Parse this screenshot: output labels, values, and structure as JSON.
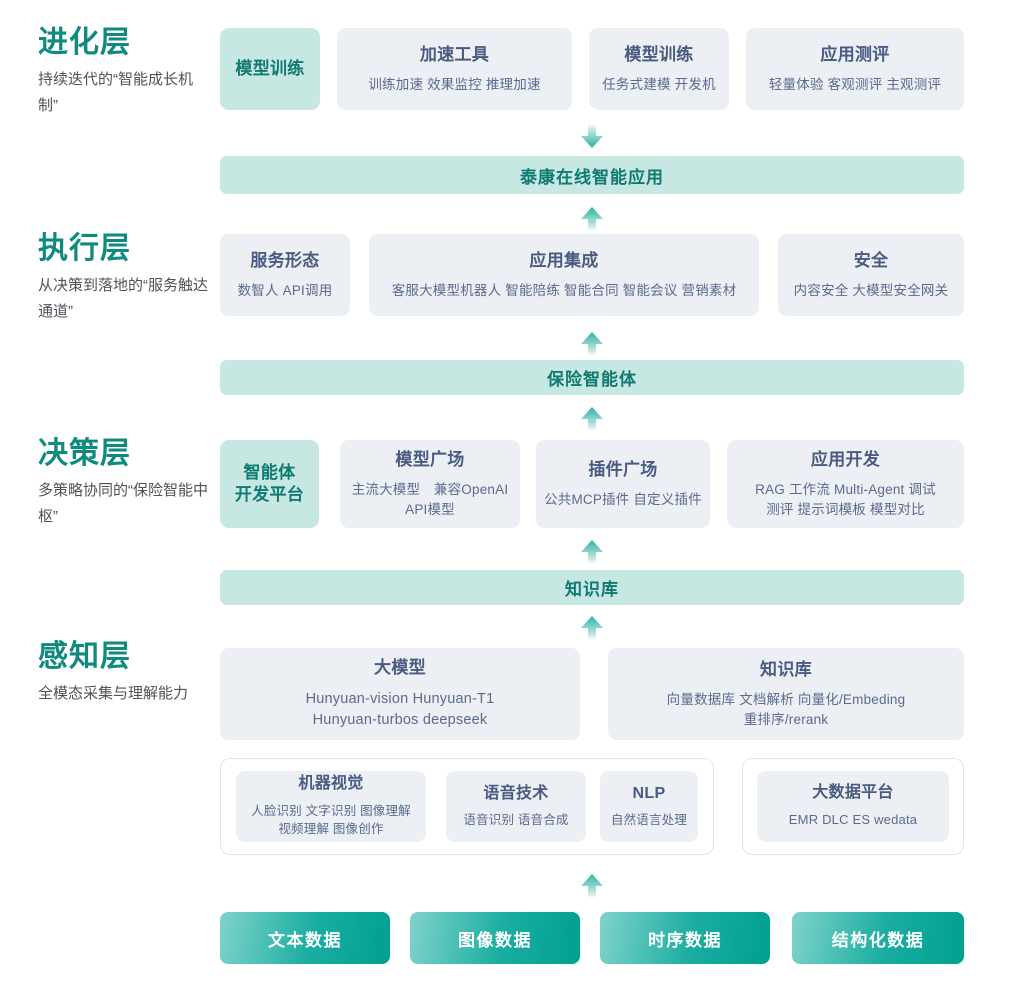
{
  "layers": [
    {
      "id": "evolution",
      "title": "进化层",
      "desc": "持续迭代的“智能成长机制”"
    },
    {
      "id": "execution",
      "title": "执行层",
      "desc": "从决策到落地的“服务触达通道”"
    },
    {
      "id": "decision",
      "title": "决策层",
      "desc": "多策略协同的“保险智能中枢”"
    },
    {
      "id": "perception",
      "title": "感知层",
      "desc": "全模态采集与理解能力"
    }
  ],
  "evolution_cards": [
    {
      "title": "模型训练",
      "sub": ""
    },
    {
      "title": "加速工具",
      "sub": "训练加速 效果监控 推理加速"
    },
    {
      "title": "模型训练",
      "sub": "任务式建模 开发机"
    },
    {
      "title": "应用测评",
      "sub": "轻量体验 客观测评 主观测评"
    }
  ],
  "bar_app": {
    "label": "泰康在线智能应用"
  },
  "execution_cards": [
    {
      "title": "服务形态",
      "sub": "数智人 API调用"
    },
    {
      "title": "应用集成",
      "sub": "客服大模型机器人 智能陪练 智能合同 智能会议 营销素材"
    },
    {
      "title": "安全",
      "sub": "内容安全 大模型安全网关"
    }
  ],
  "bar_agent": {
    "label": "保险智能体"
  },
  "decision_cards": [
    {
      "title": "智能体\n开发平台",
      "sub": ""
    },
    {
      "title": "模型广场",
      "sub": "主流大模型　兼容OpenAI\nAPI模型"
    },
    {
      "title": "插件广场",
      "sub": "公共MCP插件 自定义插件"
    },
    {
      "title": "应用开发",
      "sub": "RAG 工作流 Multi-Agent 调试\n测评 提示词模板 模型对比"
    }
  ],
  "bar_kb": {
    "label": "知识库"
  },
  "perception_top_cards": [
    {
      "title": "大模型",
      "sub": "Hunyuan-vision Hunyuan-T1\nHunyuan-turbos deepseek"
    },
    {
      "title": "知识库",
      "sub": "向量数据库 文档解析 向量化/Embeding\n重排序/rerank"
    }
  ],
  "perception_tech_cards": [
    {
      "title": "机器视觉",
      "sub": "人脸识别 文字识别 图像理解\n视频理解 图像创作"
    },
    {
      "title": "语音技术",
      "sub": "语音识别 语音合成"
    },
    {
      "title": "NLP",
      "sub": "自然语言处理"
    },
    {
      "title": "大数据平台",
      "sub": "EMR DLC ES wedata"
    }
  ],
  "data_chips": [
    {
      "label": "文本数据"
    },
    {
      "label": "图像数据"
    },
    {
      "label": "时序数据"
    },
    {
      "label": "结构化数据"
    }
  ],
  "arrows": [
    {
      "name": "arrow-down-to-app",
      "direction": "down"
    },
    {
      "name": "arrow-up-to-app",
      "direction": "up"
    },
    {
      "name": "arrow-up-to-agent",
      "direction": "up"
    },
    {
      "name": "arrow-up-to-decision",
      "direction": "up"
    },
    {
      "name": "arrow-up-to-kb",
      "direction": "up"
    },
    {
      "name": "arrow-up-to-perception",
      "direction": "up"
    },
    {
      "name": "arrow-up-from-data",
      "direction": "up"
    }
  ],
  "colors": {
    "accent_teal": "#0f8a7e",
    "mint_fill": "#c7e7e2",
    "card_grey": "#eceff4",
    "card_text": "#4a5b82",
    "chip_gradient_start": "#7fd3cb",
    "chip_gradient_end": "#00a091"
  }
}
